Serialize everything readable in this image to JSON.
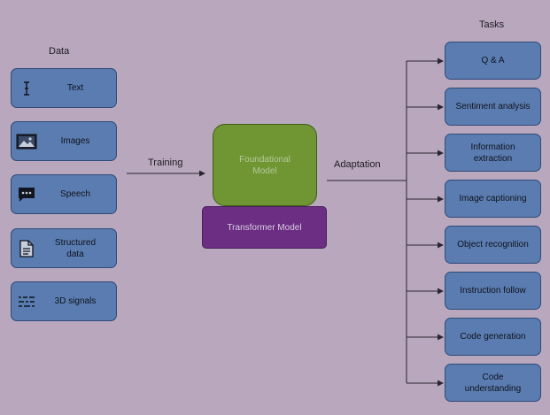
{
  "headings": {
    "data": "Data",
    "tasks": "Tasks"
  },
  "data_sources": [
    {
      "label": "Text",
      "icon": "text-cursor-icon"
    },
    {
      "label": "Images",
      "icon": "image-icon"
    },
    {
      "label": "Speech",
      "icon": "speech-bubble-icon"
    },
    {
      "label": "Structured\ndata",
      "icon": "document-icon"
    },
    {
      "label": "3D signals",
      "icon": "signal-icon"
    }
  ],
  "center": {
    "foundation_label": "Foundational\nModel",
    "transformer_label": "Transformer Model"
  },
  "edges": {
    "training": "Training",
    "adaptation": "Adaptation"
  },
  "tasks": [
    "Q & A",
    "Sentiment analysis",
    "Information\nextraction",
    "Image captioning",
    "Object recognition",
    "Instruction follow",
    "Code generation",
    "Code\nunderstanding"
  ],
  "colors": {
    "background": "#b9a8bd",
    "box_blue": "#5a7cb0",
    "foundation_green": "#6f9633",
    "transformer_purple": "#6b2e83"
  }
}
